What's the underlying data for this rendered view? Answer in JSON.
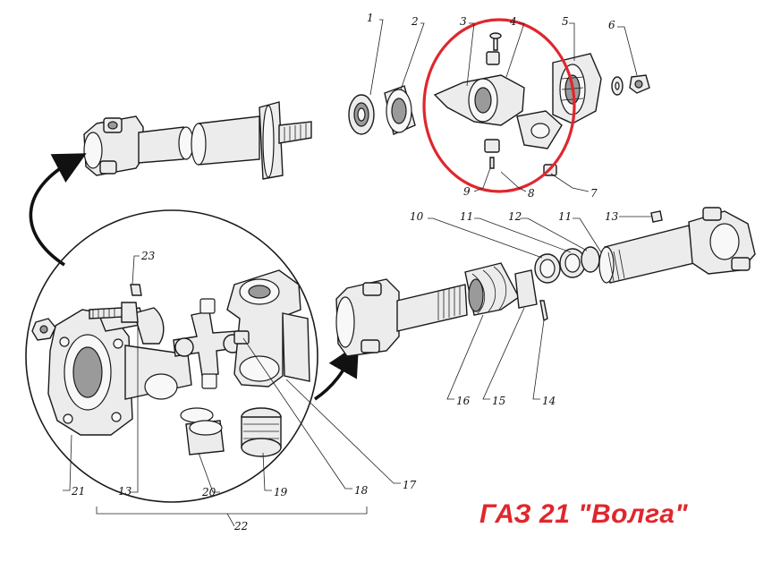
{
  "caption": "ГАЗ 21 \"Волга\"",
  "highlight_color": "#e0262d",
  "callouts": [
    "1",
    "2",
    "3",
    "4",
    "5",
    "6",
    "7",
    "8",
    "9",
    "10",
    "11",
    "11",
    "12",
    "13",
    "13",
    "14",
    "15",
    "16",
    "17",
    "18",
    "19",
    "20",
    "21",
    "22",
    "23"
  ]
}
